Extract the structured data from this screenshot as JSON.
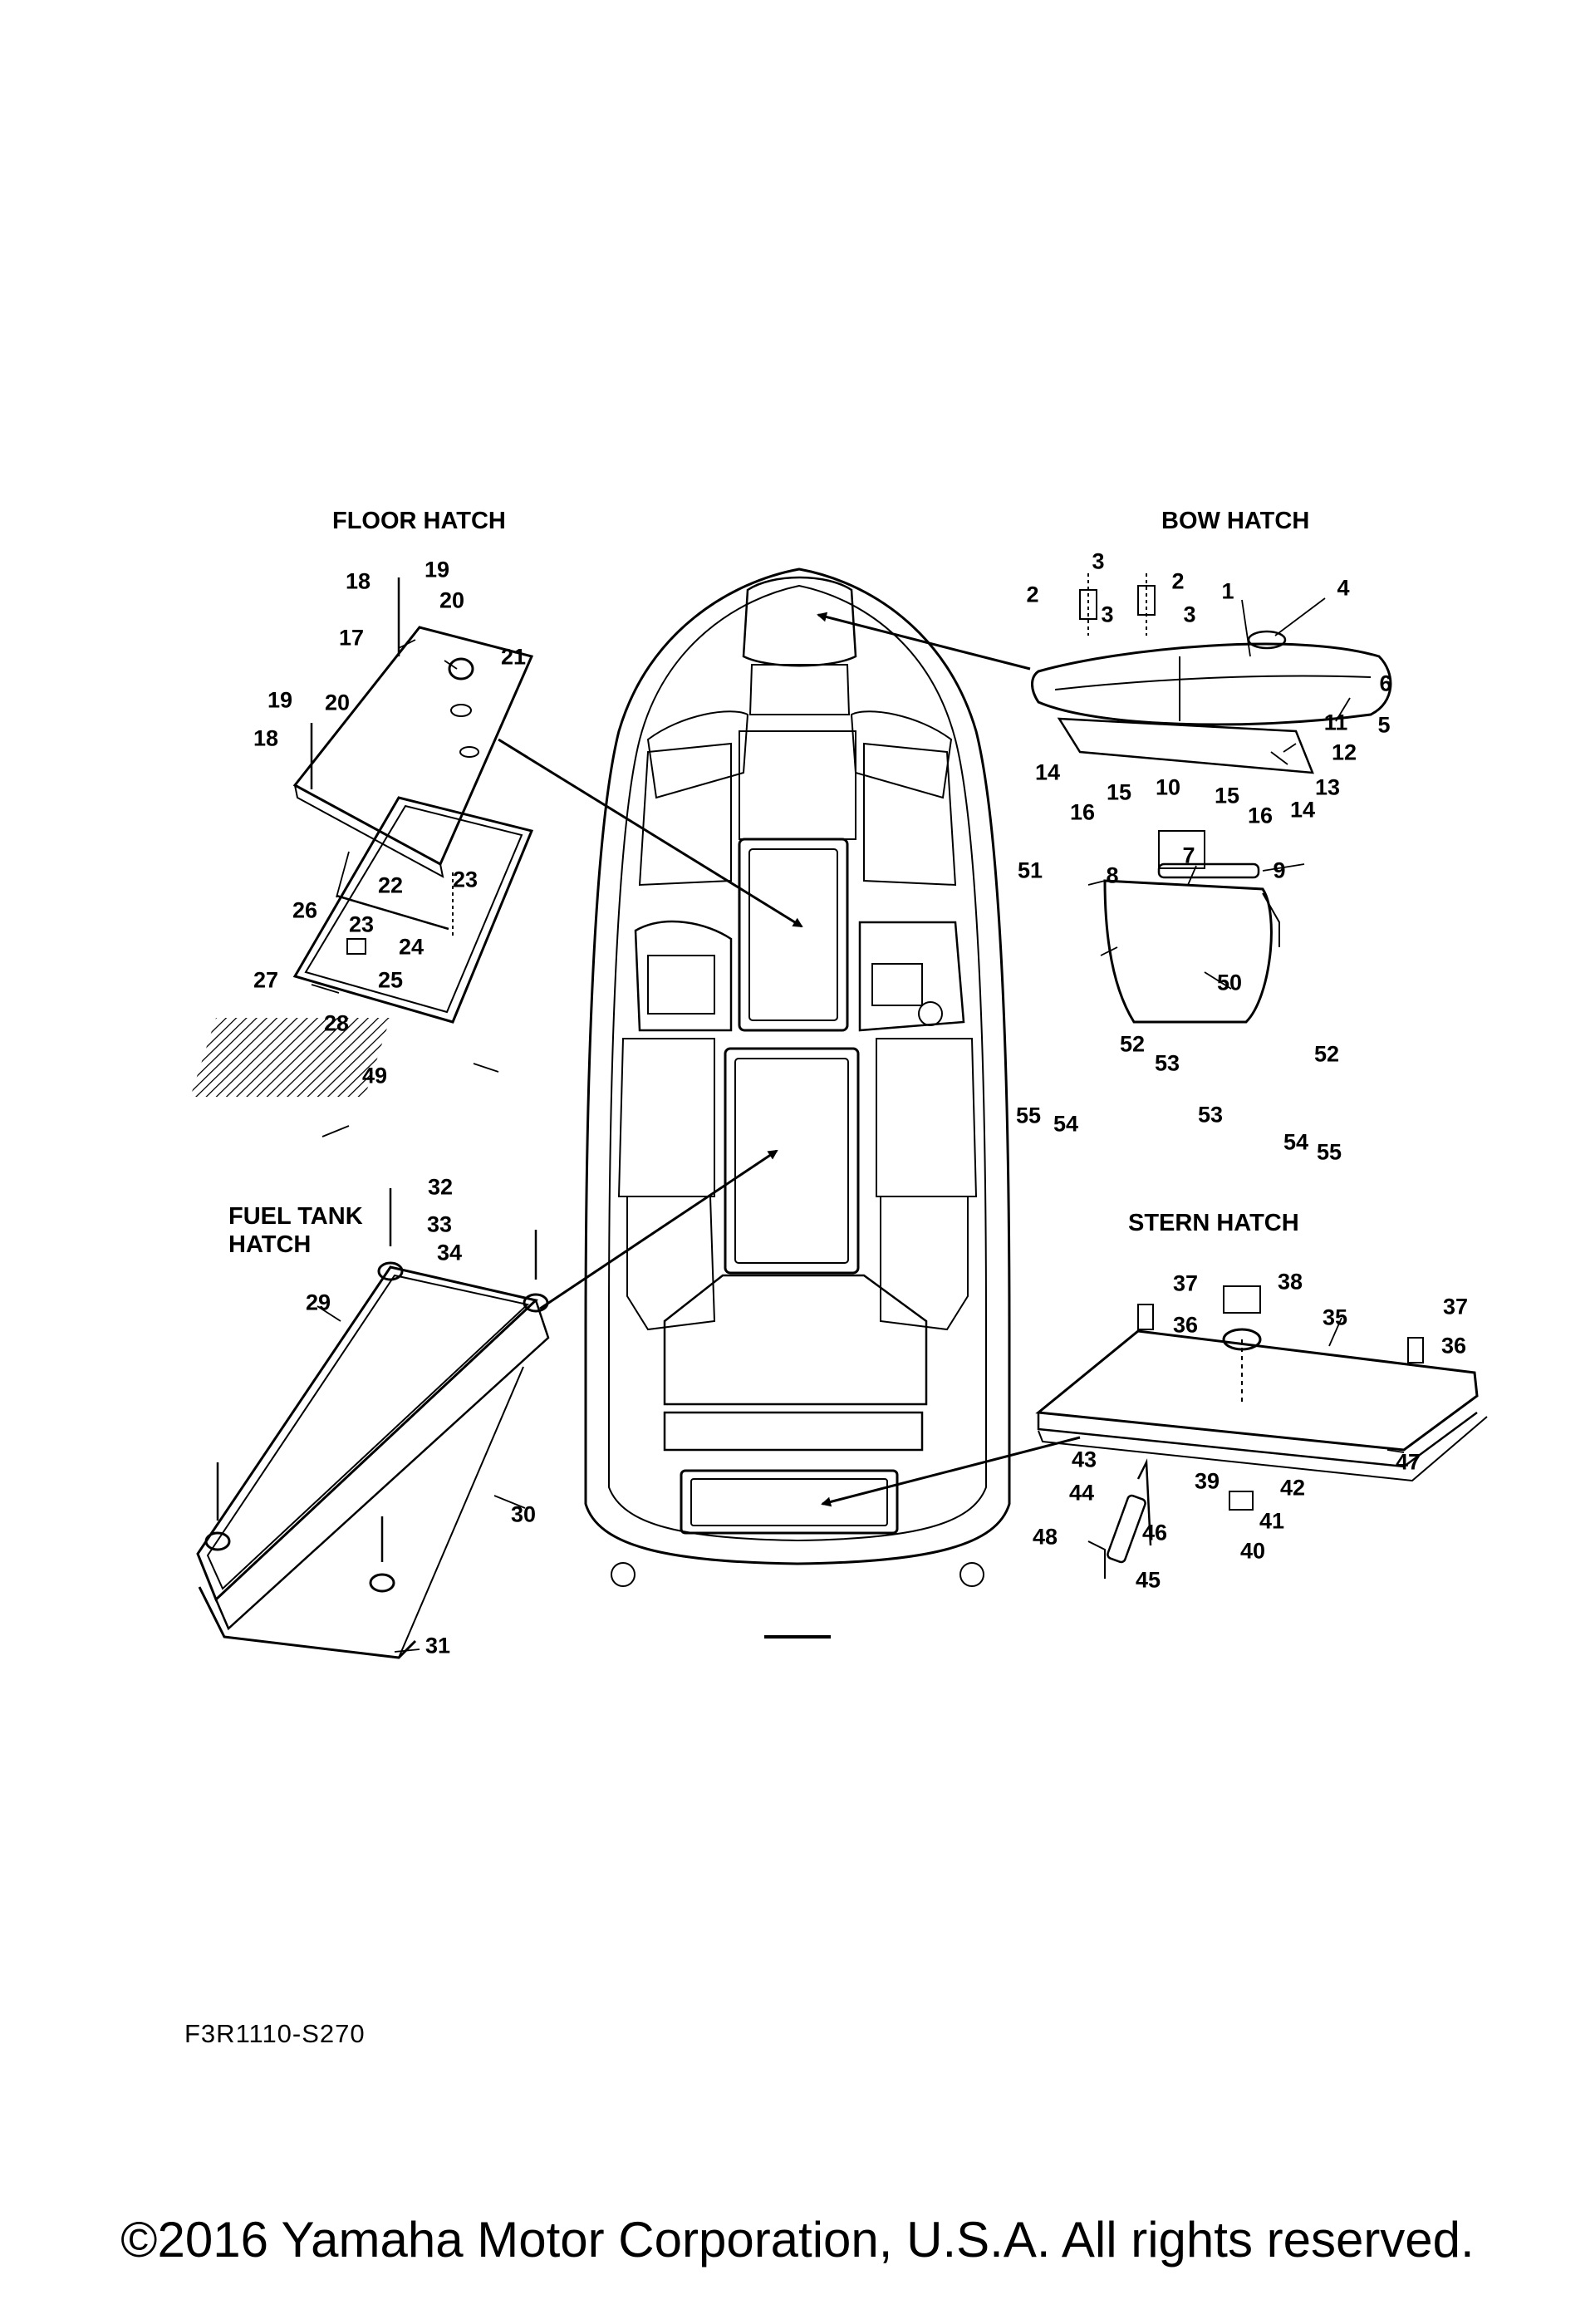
{
  "section_titles": {
    "floor_hatch": "FLOOR HATCH",
    "bow_hatch": "BOW HATCH",
    "fuel_tank_hatch_line1": "FUEL TANK",
    "fuel_tank_hatch_line2": "HATCH",
    "stern_hatch": "STERN HATCH"
  },
  "callout_labels": [
    "1",
    "2",
    "3",
    "4",
    "5",
    "6",
    "7",
    "8",
    "9",
    "10",
    "11",
    "12",
    "13",
    "14",
    "15",
    "16",
    "17",
    "18",
    "19",
    "20",
    "21",
    "22",
    "23",
    "24",
    "25",
    "26",
    "27",
    "28",
    "29",
    "30",
    "31",
    "32",
    "33",
    "34",
    "35",
    "36",
    "37",
    "38",
    "39",
    "40",
    "41",
    "42",
    "43",
    "44",
    "45",
    "46",
    "47",
    "48",
    "49",
    "50",
    "51",
    "52",
    "53",
    "54",
    "55"
  ],
  "diagram_code": "F3R1110-S270",
  "copyright": "©2016 Yamaha Motor Corporation, U.S.A. All rights reserved."
}
